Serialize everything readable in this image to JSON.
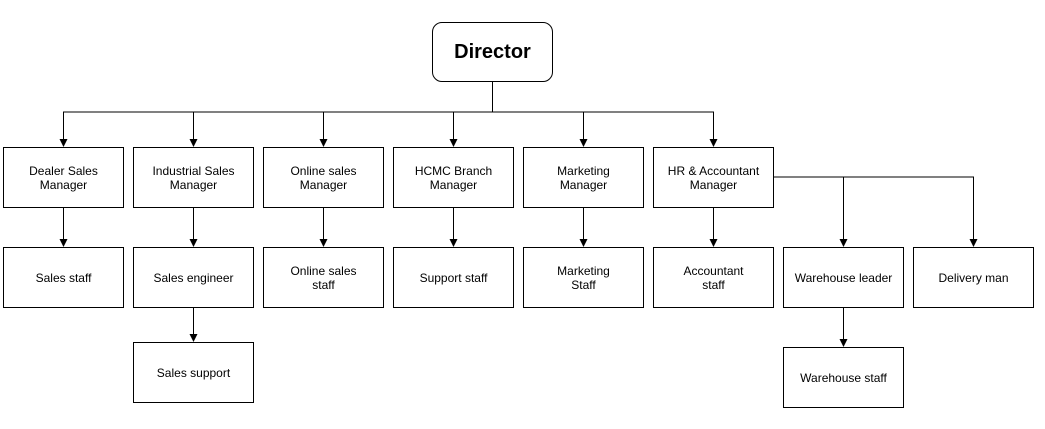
{
  "diagram": {
    "type": "org-chart",
    "nodes": [
      {
        "id": "director",
        "label": "Director"
      },
      {
        "id": "dealer-sales-manager",
        "label": "Dealer Sales\nManager"
      },
      {
        "id": "industrial-sales-manager",
        "label": "Industrial Sales\nManager"
      },
      {
        "id": "online-sales-manager",
        "label": "Online sales\nManager"
      },
      {
        "id": "hcmc-branch-manager",
        "label": "HCMC Branch\nManager"
      },
      {
        "id": "marketing-manager",
        "label": "Marketing\nManager"
      },
      {
        "id": "hr-accountant-manager",
        "label": "HR & Accountant\nManager"
      },
      {
        "id": "sales-staff",
        "label": "Sales staff"
      },
      {
        "id": "sales-engineer",
        "label": "Sales engineer"
      },
      {
        "id": "online-sales-staff",
        "label": "Online sales\nstaff"
      },
      {
        "id": "support-staff",
        "label": "Support staff"
      },
      {
        "id": "marketing-staff",
        "label": "Marketing\nStaff"
      },
      {
        "id": "accountant-staff",
        "label": "Accountant\nstaff"
      },
      {
        "id": "warehouse-leader",
        "label": "Warehouse leader"
      },
      {
        "id": "delivery-man",
        "label": "Delivery man"
      },
      {
        "id": "sales-support",
        "label": "Sales support"
      },
      {
        "id": "warehouse-staff",
        "label": "Warehouse staff"
      }
    ],
    "edges": [
      {
        "from": "director",
        "to": "dealer-sales-manager"
      },
      {
        "from": "director",
        "to": "industrial-sales-manager"
      },
      {
        "from": "director",
        "to": "online-sales-manager"
      },
      {
        "from": "director",
        "to": "hcmc-branch-manager"
      },
      {
        "from": "director",
        "to": "marketing-manager"
      },
      {
        "from": "director",
        "to": "hr-accountant-manager"
      },
      {
        "from": "dealer-sales-manager",
        "to": "sales-staff"
      },
      {
        "from": "industrial-sales-manager",
        "to": "sales-engineer"
      },
      {
        "from": "online-sales-manager",
        "to": "online-sales-staff"
      },
      {
        "from": "hcmc-branch-manager",
        "to": "support-staff"
      },
      {
        "from": "marketing-manager",
        "to": "marketing-staff"
      },
      {
        "from": "hr-accountant-manager",
        "to": "accountant-staff"
      },
      {
        "from": "hr-accountant-manager",
        "to": "warehouse-leader"
      },
      {
        "from": "hr-accountant-manager",
        "to": "delivery-man"
      },
      {
        "from": "sales-engineer",
        "to": "sales-support"
      },
      {
        "from": "warehouse-leader",
        "to": "warehouse-staff"
      }
    ]
  }
}
